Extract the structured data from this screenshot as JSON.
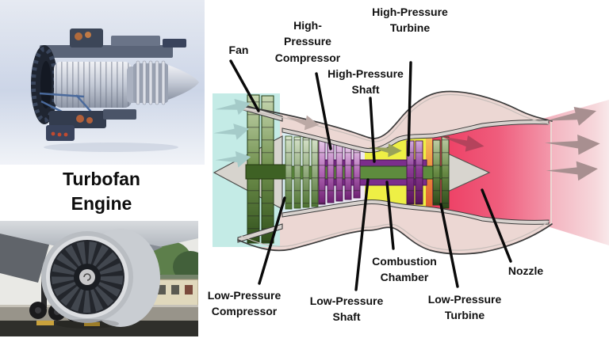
{
  "left_panel": {
    "title": "Turbofan\nEngine",
    "photos": {
      "top": {
        "name": "engine-cutaway-render"
      },
      "bottom": {
        "name": "engine-on-wing-photo"
      }
    }
  },
  "diagram": {
    "labels": {
      "fan": "Fan",
      "hp_compressor": "High-\nPressure\nCompressor",
      "hp_shaft": "High-Pressure\nShaft",
      "hp_turbine": "High-Pressure\nTurbine",
      "combustion": "Combustion\nChamber",
      "nozzle": "Nozzle",
      "lp_compressor": "Low-Pressure\nCompressor",
      "lp_shaft": "Low-Pressure\nShaft",
      "lp_turbine": "Low-Pressure\nTurbine"
    },
    "colors": {
      "intake_air": "#c4ebe6",
      "nacelle": "#ecd7d3",
      "wall_band": "#d8d2ce",
      "fan_blade_light": "#c6d6b0",
      "fan_blade_dark": "#31511c",
      "hp_compressor_light": "#e6cae8",
      "hp_compressor_dark": "#6d2071",
      "combustion_yellow": "#eeef45",
      "flame_orange": "#ea8a3c",
      "exhaust_red": "#ed3a60",
      "exhaust_plume": "#f2a9b7",
      "shaft_green": "#5e8c3e",
      "shaft_purple": "#7b2e8c",
      "outline": "#3c3c3c",
      "label_text": "#111111"
    }
  }
}
